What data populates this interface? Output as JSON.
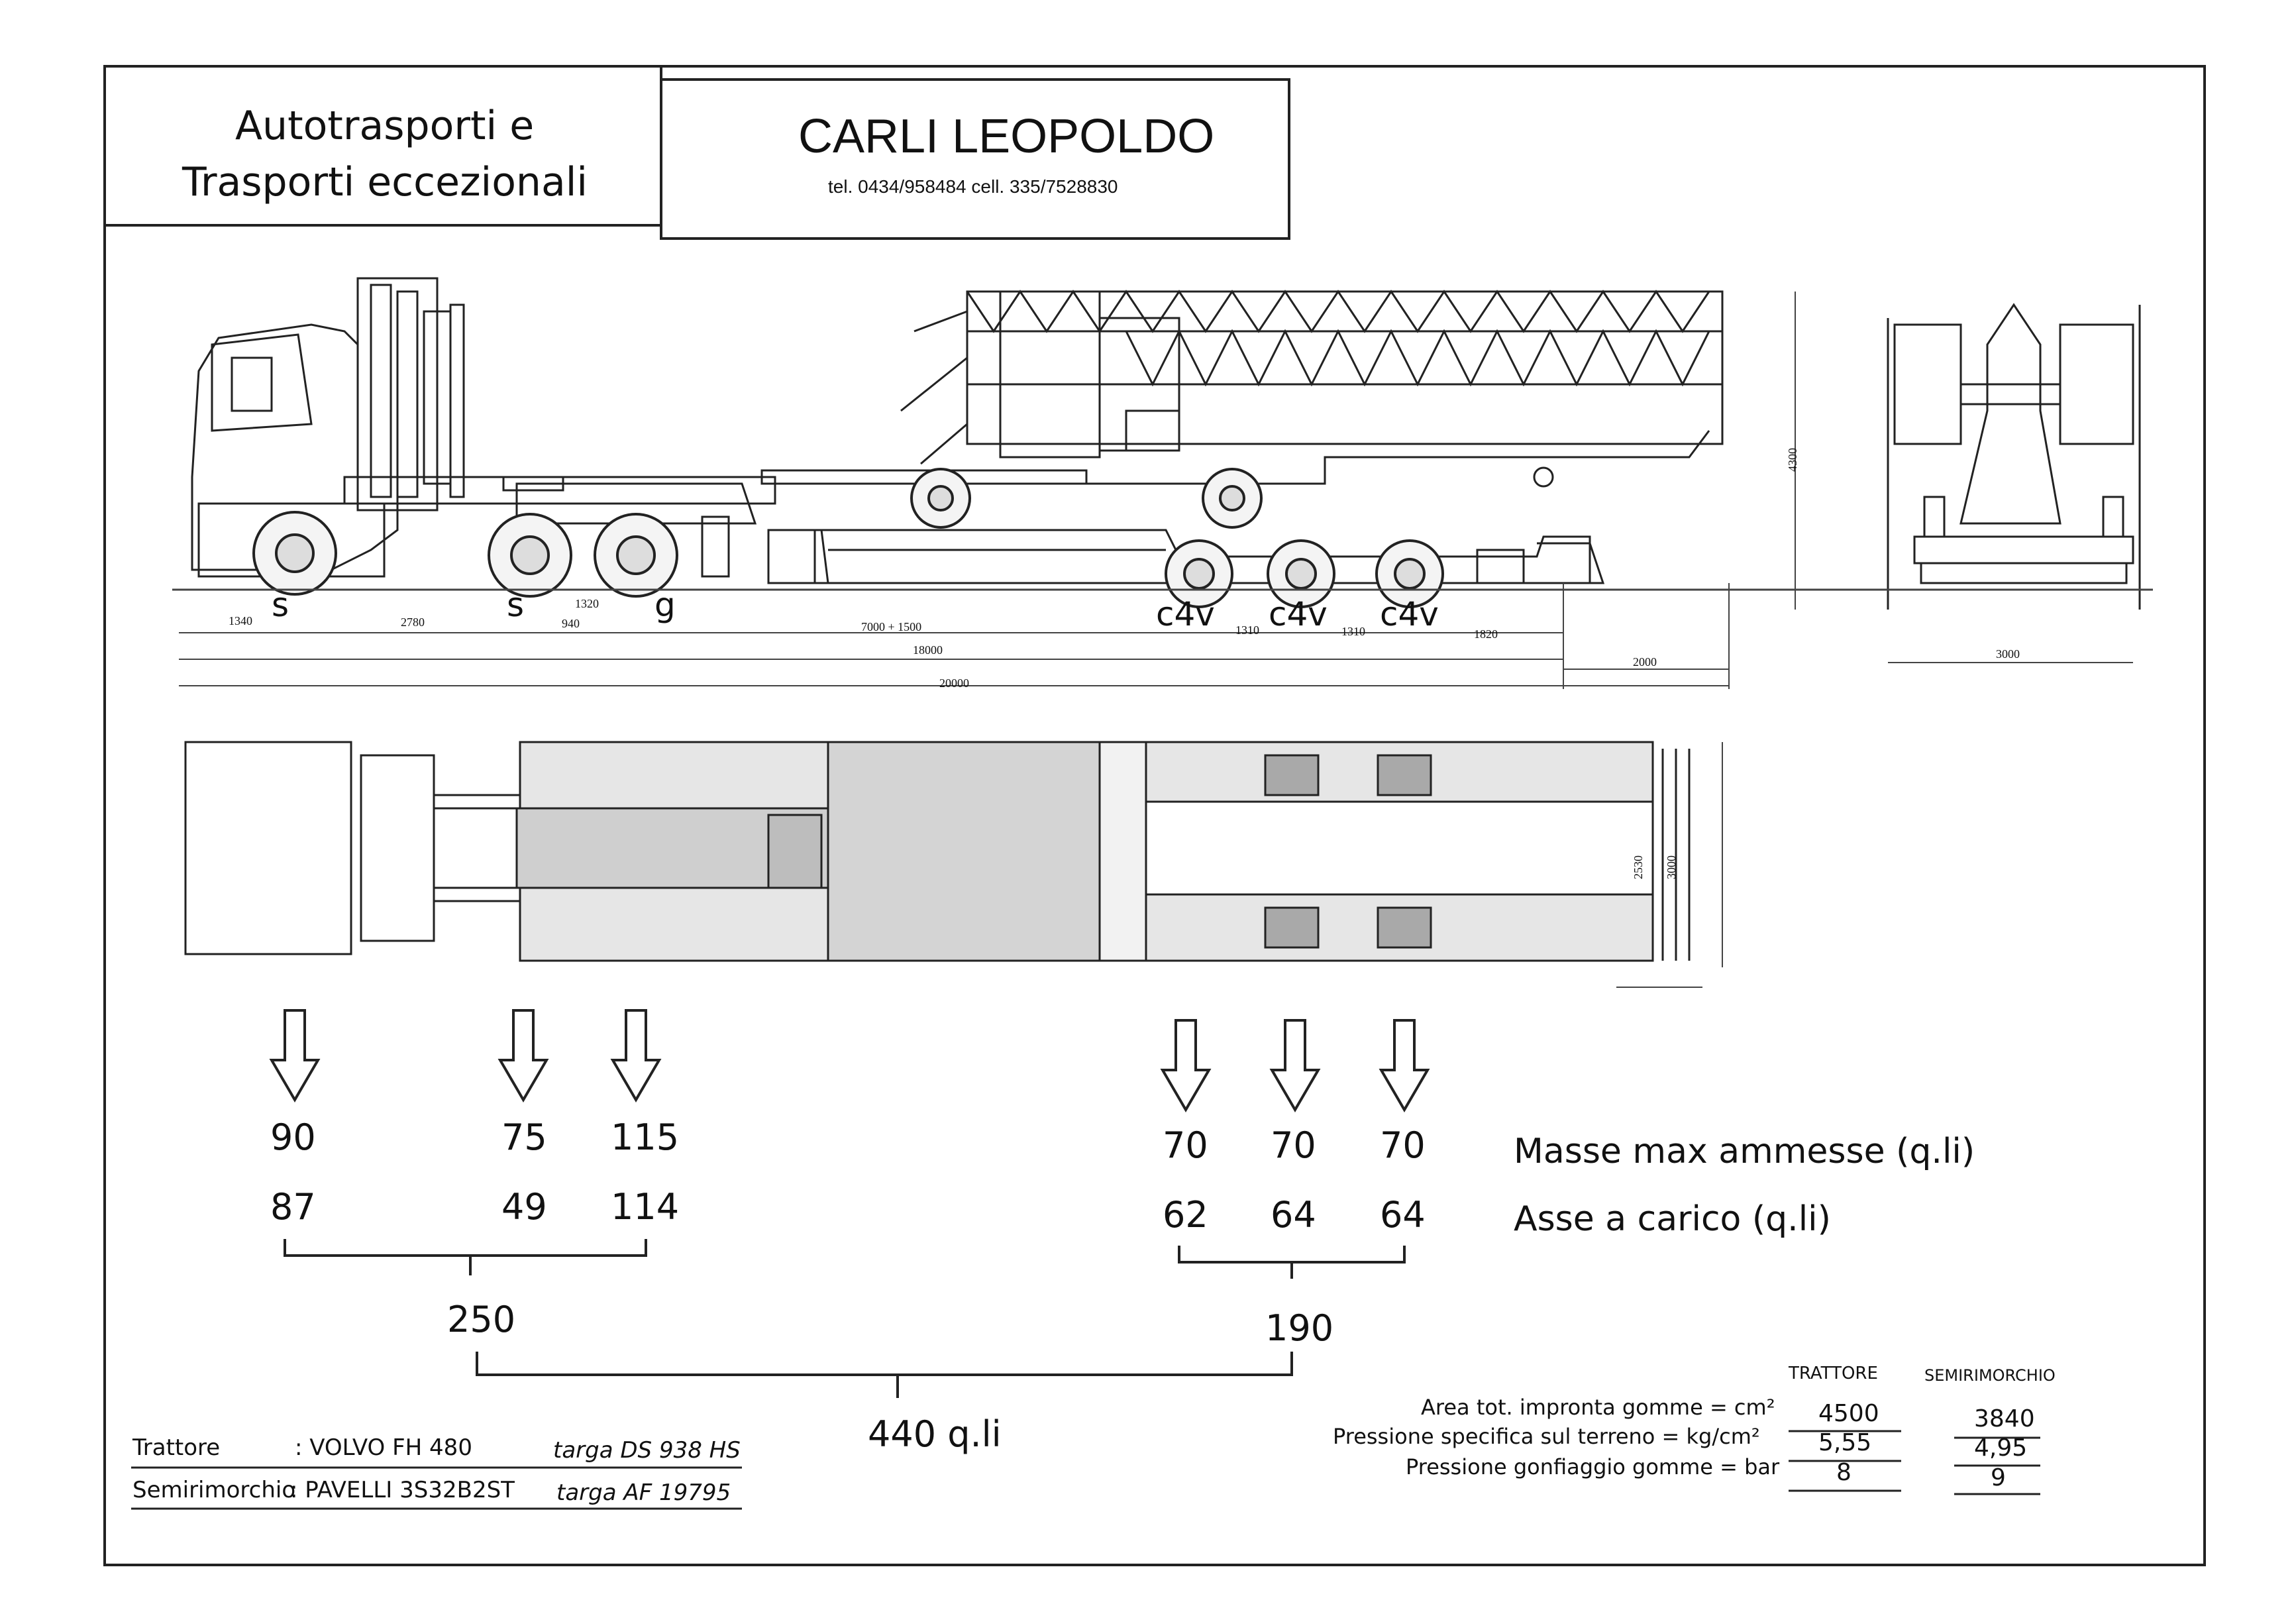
{
  "header": {
    "company_line1": "Autotrasporti e",
    "company_line2": "Trasporti eccezionali",
    "name": "CARLI LEOPOLDO",
    "contacts": "tel. 0434/958484 cell. 335/7528830"
  },
  "dimensions": {
    "d1340": "1340",
    "d2780": "2780",
    "d1320": "1320",
    "d940": "940",
    "d7000": "7000 + 1500",
    "d18000": "18000",
    "d20000": "20000",
    "d1310a": "1310",
    "d1310b": "1310",
    "d1820": "1820",
    "d2000": "2000",
    "d4300": "4300",
    "d3000_end": "3000",
    "d2530": "2530",
    "d3000_top": "3000"
  },
  "axle_types": {
    "a1": "s",
    "a2": "s",
    "a3": "g",
    "a4": "c4v",
    "a5": "c4v",
    "a6": "c4v"
  },
  "axles": {
    "max": [
      "90",
      "75",
      "115",
      "70",
      "70",
      "70"
    ],
    "load": [
      "87",
      "49",
      "114",
      "62",
      "64",
      "64"
    ],
    "label_max": "Masse max ammesse (q.li)",
    "label_load": "Asse a carico (q.li)"
  },
  "totals": {
    "tractor": "250",
    "trailer": "190",
    "total": "440 q.li"
  },
  "vehicles": {
    "tractor_label": "Trattore",
    "tractor_model": ": VOLVO FH 480",
    "tractor_plate": "targa DS 938 HS",
    "trailer_label": "Semirimorchio",
    "trailer_model": ": PAVELLI 3S32B2ST",
    "trailer_plate": "targa  AF 19795"
  },
  "specs": {
    "col1": "TRATTORE",
    "col2": "SEMIRIMORCHIO",
    "rows": [
      {
        "label": "Area tot. impronta gomme = cm²",
        "tractor": "4500",
        "trailer": "3840"
      },
      {
        "label": "Pressione specifica sul terreno = kg/cm²",
        "tractor": "5,55",
        "trailer": "4,95"
      },
      {
        "label": "Pressione gonfiaggio gomme = bar",
        "tractor": "8",
        "trailer": "9"
      }
    ]
  }
}
